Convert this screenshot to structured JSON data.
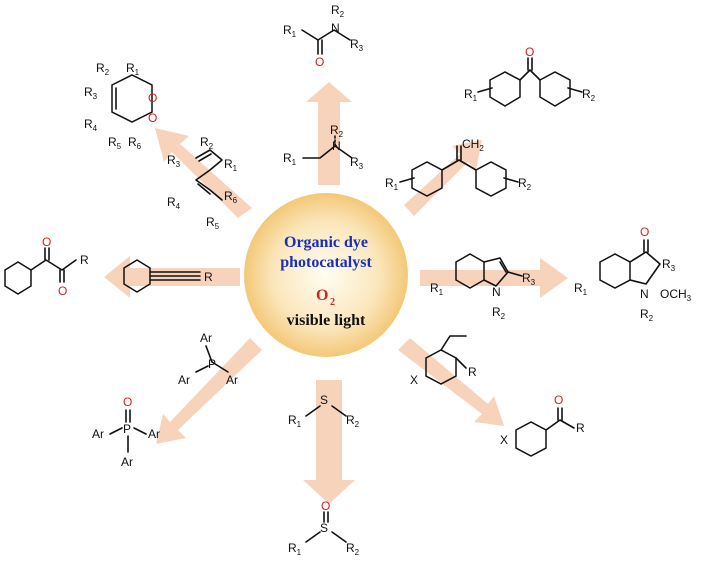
{
  "center": {
    "line1": "Organic dye",
    "line2": "photocatalyst",
    "oxidant_main": "O",
    "oxidant_sub": "2",
    "light": "visible light",
    "colors": {
      "title": "#1a2fb8",
      "oxidant": "#d62020",
      "light": "#111111",
      "glow": "#f6cf8a"
    }
  },
  "labels": {
    "R": "R",
    "R1": "R1",
    "R2": "R2",
    "R3": "R3",
    "R4": "R4",
    "R5": "R5",
    "R6": "R6",
    "N": "N",
    "O": "O",
    "S": "S",
    "P": "P",
    "Ar": "Ar",
    "X": "X",
    "OCH3": "OCH3"
  },
  "arrow_color": "#f8d3bc"
}
